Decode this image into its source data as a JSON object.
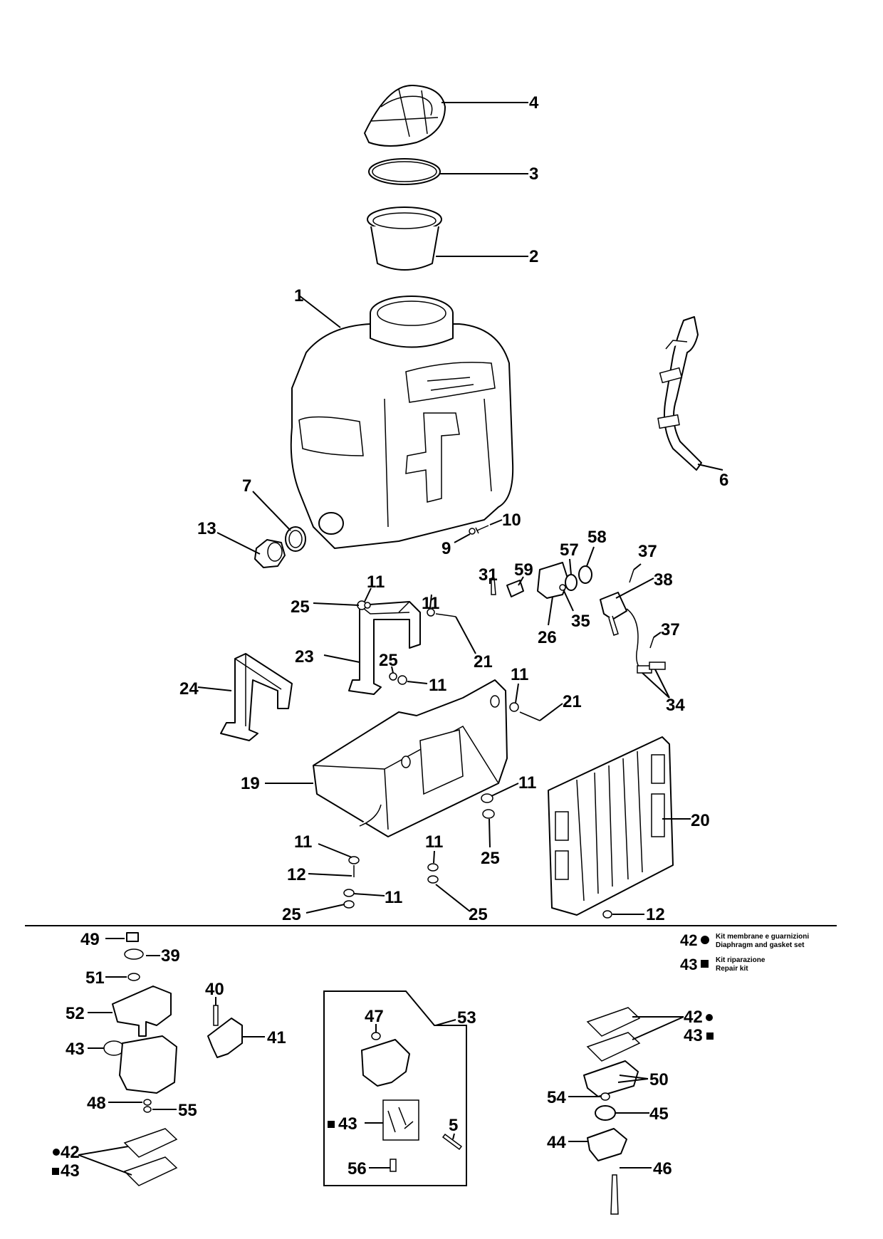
{
  "labels": {
    "l1": "1",
    "l2": "2",
    "l3": "3",
    "l4": "4",
    "l5": "5",
    "l6": "6",
    "l7": "7",
    "l9": "9",
    "l10": "10",
    "l11a": "11",
    "l11b": "11",
    "l11c": "11",
    "l11d": "11",
    "l11e": "11",
    "l11f": "11",
    "l11g": "11",
    "l11h": "11",
    "l12a": "12",
    "l12b": "12",
    "l13": "13",
    "l19": "19",
    "l20": "20",
    "l21a": "21",
    "l21b": "21",
    "l23": "23",
    "l24": "24",
    "l25a": "25",
    "l25b": "25",
    "l25c": "25",
    "l25d": "25",
    "l25e": "25",
    "l26": "26",
    "l31": "31",
    "l34": "34",
    "l35": "35",
    "l37a": "37",
    "l37b": "37",
    "l38": "38",
    "l39": "39",
    "l40": "40",
    "l41": "41",
    "l42a": "42",
    "l42b": "42",
    "l43a": "43",
    "l43b": "43",
    "l43c": "43",
    "l43d": "43",
    "l44": "44",
    "l45": "45",
    "l46": "46",
    "l47": "47",
    "l48": "48",
    "l49": "49",
    "l50": "50",
    "l51": "51",
    "l52": "52",
    "l53": "53",
    "l54": "54",
    "l55": "55",
    "l56": "56",
    "l57": "57",
    "l58": "58",
    "l59": "59"
  },
  "legend": {
    "item42": {
      "number": "42",
      "line1": "Kit membrane e guarnizioni",
      "line2": "Diaphragm and gasket set"
    },
    "item43": {
      "number": "43",
      "line1": "Kit riparazione",
      "line2": "Repair kit"
    }
  }
}
